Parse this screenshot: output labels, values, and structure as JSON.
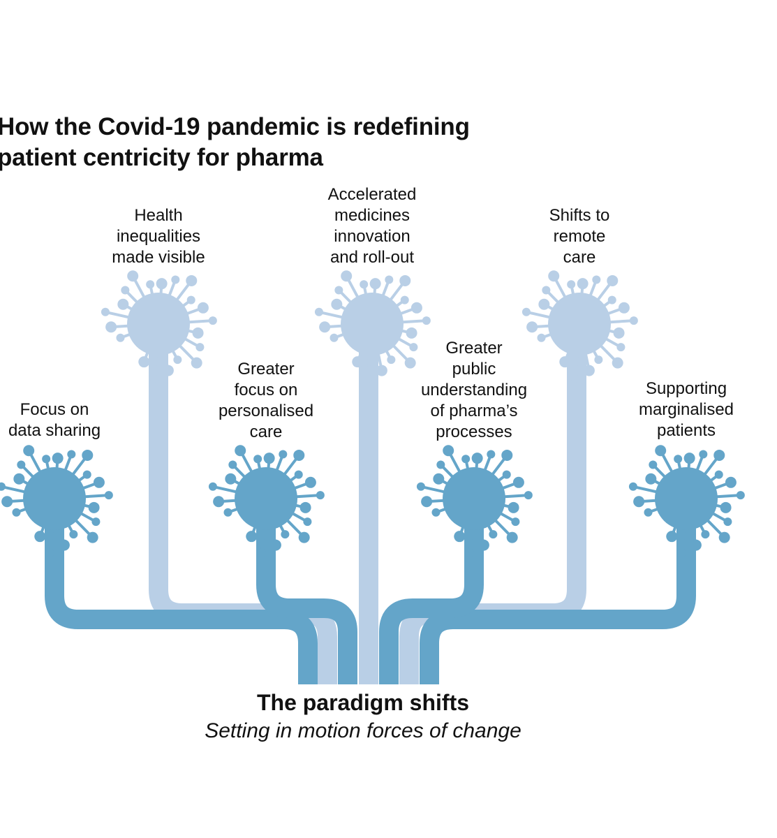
{
  "title": [
    "How the Covid-19 pandemic is redefining",
    "patient centricity for pharma"
  ],
  "colors": {
    "dark": "#64a5c9",
    "light": "#b9cfe6",
    "text": "#111111"
  },
  "nodes": [
    {
      "id": "data-sharing",
      "lines": [
        "Focus on",
        "data sharing"
      ],
      "tone": "dark"
    },
    {
      "id": "health-inequalities",
      "lines": [
        "Health",
        "inequalities",
        "made visible"
      ],
      "tone": "light"
    },
    {
      "id": "personalised-care",
      "lines": [
        "Greater",
        "focus on",
        "personalised",
        "care"
      ],
      "tone": "dark"
    },
    {
      "id": "accelerated-medicines",
      "lines": [
        "Accelerated",
        "medicines",
        "innovation",
        "and roll-out"
      ],
      "tone": "light"
    },
    {
      "id": "public-understanding",
      "lines": [
        "Greater",
        "public",
        "understanding",
        "of pharma’s",
        "processes"
      ],
      "tone": "dark"
    },
    {
      "id": "remote-care",
      "lines": [
        "Shifts to",
        "remote",
        "care"
      ],
      "tone": "light"
    },
    {
      "id": "marginalised-patients",
      "lines": [
        "Supporting",
        "marginalised",
        "patients"
      ],
      "tone": "dark"
    }
  ],
  "footer": {
    "title": "The paradigm shifts",
    "subtitle": "Setting in motion forces of change"
  }
}
